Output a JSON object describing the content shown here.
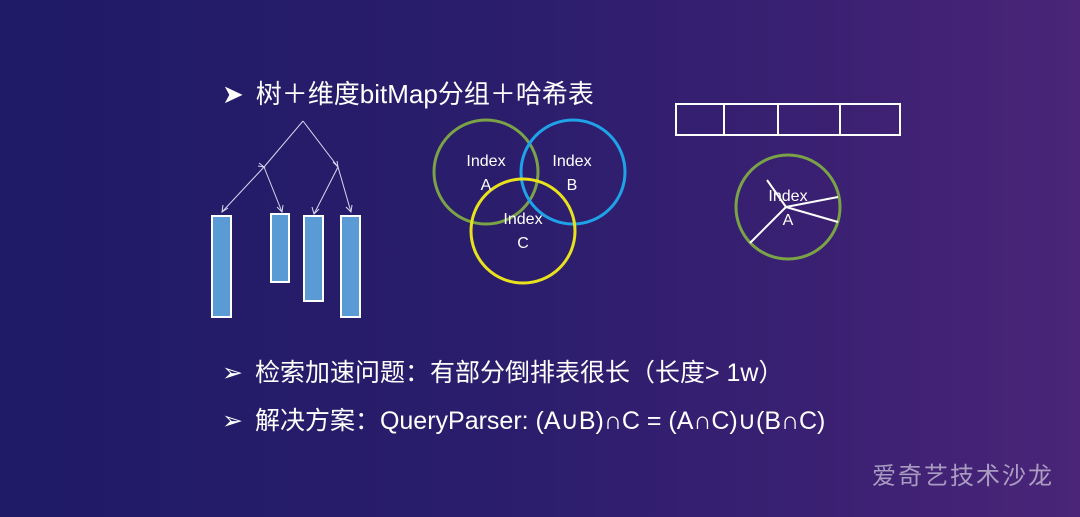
{
  "heading": {
    "bullet": "➤",
    "text": "树＋维度bitMap分组＋哈希表"
  },
  "bullets": [
    {
      "marker": "➢",
      "text": "检索加速问题：有部分倒排表很长（长度> 1w）"
    },
    {
      "marker": "➢",
      "text": "解决方案：QueryParser: (A∪B)∩C = (A∩C)∪(B∩C)"
    }
  ],
  "venn": {
    "circle_a": {
      "line1": "Index",
      "line2": "A",
      "color": "#7aa246"
    },
    "circle_b": {
      "line1": "Index",
      "line2": "B",
      "color": "#1fa3e8"
    },
    "circle_c": {
      "line1": "Index",
      "line2": "C",
      "color": "#e8e21c"
    }
  },
  "hash": {
    "label1": "Index",
    "label2": "A",
    "circle_color": "#7aa246",
    "slots": 4
  },
  "tree": {
    "bar_color": "#5b9bd5"
  },
  "watermark": "爱奇艺技术沙龙"
}
